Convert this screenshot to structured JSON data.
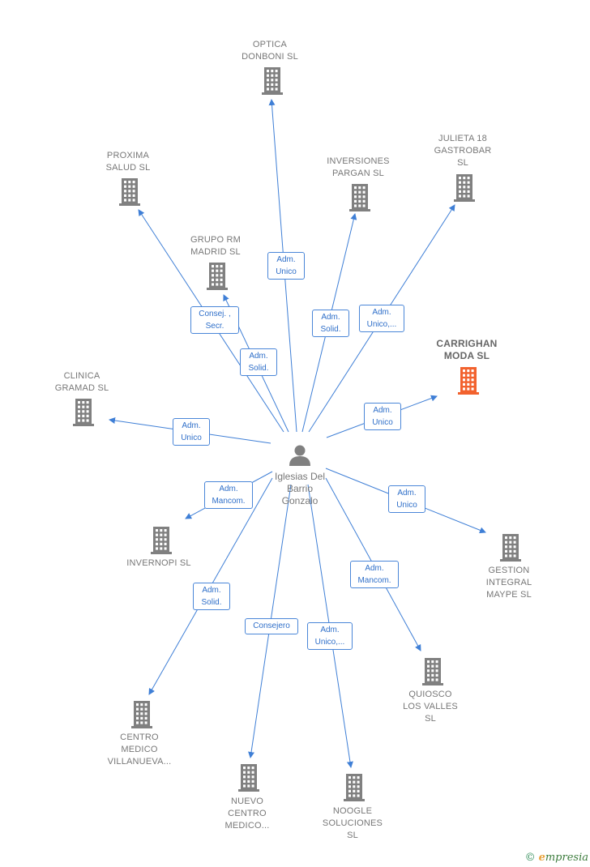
{
  "center": {
    "name": "Iglesias Del\nBarrio\nGonzalo",
    "icon": "person-icon",
    "color": "#808080"
  },
  "companies": [
    {
      "id": "optica",
      "name": "OPTICA\nDONBONI  SL"
    },
    {
      "id": "proxima",
      "name": "PROXIMA\nSALUD  SL"
    },
    {
      "id": "inversiones",
      "name": "INVERSIONES\nPARGAN SL"
    },
    {
      "id": "julieta",
      "name": "JULIETA 18\nGASTROBAR\nSL"
    },
    {
      "id": "grupo",
      "name": "GRUPO RM\nMADRID  SL"
    },
    {
      "id": "carrighan",
      "name": "CARRIGHAN\nMODA  SL",
      "highlight": true
    },
    {
      "id": "clinica",
      "name": "CLINICA\nGRAMAD  SL"
    },
    {
      "id": "invernopi",
      "name": "INVERNOPI SL"
    },
    {
      "id": "gestion",
      "name": "GESTION\nINTEGRAL\nMAYPE  SL"
    },
    {
      "id": "quiosco",
      "name": "QUIOSCO\nLOS VALLES\nSL"
    },
    {
      "id": "centro_medico",
      "name": "CENTRO\nMEDICO\nVILLANUEVA..."
    },
    {
      "id": "nuevo",
      "name": "NUEVO\nCENTRO\nMEDICO..."
    },
    {
      "id": "noogle",
      "name": "NOOGLE\nSOLUCIONES\nSL"
    }
  ],
  "roles": [
    {
      "target": "optica",
      "label": "Adm.\nUnico"
    },
    {
      "target": "proxima",
      "label": "Consej. ,\nSecr."
    },
    {
      "target": "inversiones",
      "label": "Adm.\nSolid."
    },
    {
      "target": "julieta",
      "label": "Adm.\nUnico,..."
    },
    {
      "target": "grupo",
      "label": "Adm.\nSolid."
    },
    {
      "target": "carrighan",
      "label": "Adm.\nUnico"
    },
    {
      "target": "clinica",
      "label": "Adm.\nUnico"
    },
    {
      "target": "invernopi",
      "label": "Adm.\nMancom."
    },
    {
      "target": "gestion",
      "label": "Adm.\nUnico"
    },
    {
      "target": "quiosco",
      "label": "Adm.\nMancom."
    },
    {
      "target": "centro_medico",
      "label": "Adm.\nSolid."
    },
    {
      "target": "nuevo",
      "label": "Consejero"
    },
    {
      "target": "noogle",
      "label": "Adm.\nUnico,..."
    }
  ],
  "colors": {
    "edge": "#3f7fd6",
    "building": "#808080",
    "building_highlight": "#f2622e",
    "label": "#777777"
  },
  "brand": {
    "copyright": "©",
    "first_letter": "e",
    "name": "mpresia"
  }
}
